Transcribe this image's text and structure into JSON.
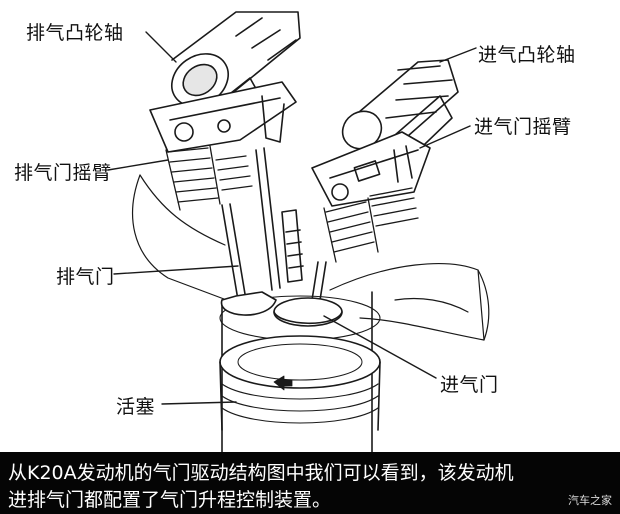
{
  "labels": {
    "exhaust_camshaft": "排气凸轮轴",
    "intake_camshaft": "进气凸轮轴",
    "intake_rocker_arm": "进气门摇臂",
    "exhaust_rocker_arm": "排气门摇臂",
    "exhaust_valve": "排气门",
    "intake_valve": "进气门",
    "piston": "活塞"
  },
  "caption": {
    "line1": "从K20A发动机的气门驱动结构图中我们可以看到，该发动机",
    "line2": "进排气门都配置了气门升程控制装置。"
  },
  "watermark": "汽车之家"
}
